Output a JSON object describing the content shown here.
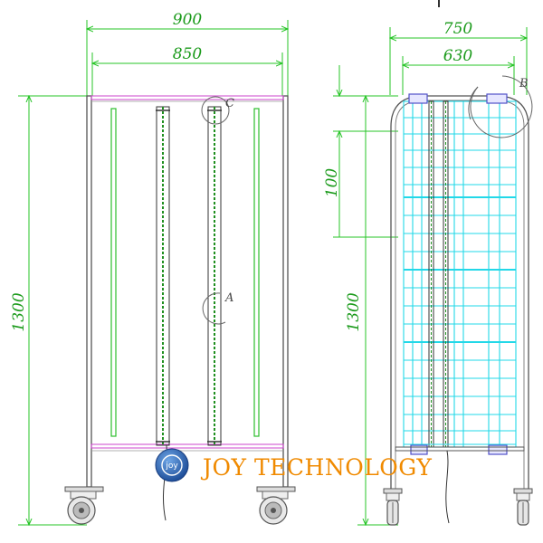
{
  "dimensions": {
    "front_outer_width": "900",
    "front_inner_width": "850",
    "front_height": "1300",
    "side_outer_width": "750",
    "side_inner_width": "630",
    "side_spacing": "100",
    "side_height": "1300"
  },
  "callouts": {
    "detail_c": "C",
    "detail_a": "A",
    "detail_b": "B"
  },
  "watermark": {
    "text": "JOY TECHNOLOGY",
    "logo_text": "joy"
  },
  "colors": {
    "dimension": "#27c427",
    "dimension_text": "#1a9a1a",
    "frame": "#555555",
    "rail_magenta": "#cc44cc",
    "tray_cyan": "#22d8e8",
    "watermark": "#f08a00",
    "logo_blue": "#1f5fb0"
  }
}
